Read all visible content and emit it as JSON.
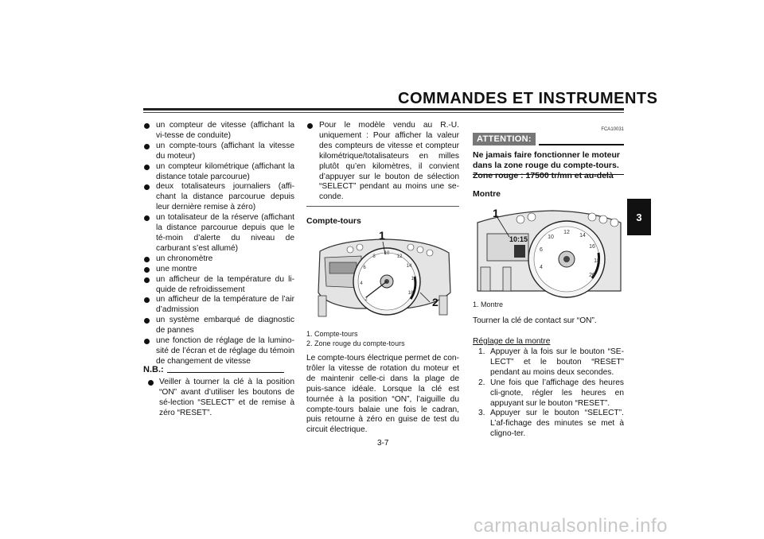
{
  "header": {
    "title": "COMMANDES ET INSTRUMENTS",
    "tab": "3"
  },
  "col1": {
    "bullets": [
      "un compteur de vitesse (affichant la vi-tesse de conduite)",
      "un compte-tours (affichant la vitesse du moteur)",
      "un compteur kilométrique (affichant la distance totale parcourue)",
      "deux totalisateurs journaliers (affi-chant la distance parcourue depuis leur dernière remise à zéro)",
      "un totalisateur de la réserve (affichant la distance parcourue depuis que le té-moin d’alerte du niveau de carburant s’est allumé)",
      "un chronomètre",
      "une montre",
      "un afficheur de la température du li-quide de refroidissement",
      "un afficheur de la température de l’air d’admission",
      "un système embarqué de diagnostic de pannes",
      "une fonction de réglage de la lumino-sité de l’écran et de réglage du témoin de changement de vitesse"
    ],
    "nb_label": "N.B.:",
    "nb_text": "Veiller à tourner la clé à la position “ON” avant d’utiliser les boutons de sé-lection “SELECT” et de remise à zéro “RESET”."
  },
  "col2": {
    "bullet": "Pour le modèle vendu au R.-U. uniquement : Pour afficher la valeur des compteurs de vitesse et compteur kilométrique/totalisateurs en milles plutôt qu’en kilomètres, il convient d’appuyer sur le bouton de sélection “SELECT” pendant au moins une se-conde.",
    "heading": "Compte-tours",
    "figure_callouts": [
      "1",
      "2"
    ],
    "captions": [
      "1. Compte-tours",
      "2. Zone rouge du compte-tours"
    ],
    "para": "Le compte-tours électrique permet de con-trôler la vitesse de rotation du moteur et de maintenir celle-ci dans la plage de puis-sance idéale. Lorsque la clé est tournée à la position “ON”, l’aiguille du compte-tours balaie une fois le cadran, puis retourne à zéro en guise de test du circuit électrique."
  },
  "col3": {
    "attn_code": "FCA10031",
    "attn_label": "ATTENTION:",
    "attn_text": "Ne jamais faire fonctionner le moteur dans la zone rouge du compte-tours. Zone rouge : 17500 tr/mn et au-delà",
    "heading": "Montre",
    "figure_callout": "1",
    "lcd_time": "10:15",
    "caption": "1. Montre",
    "para": "Tourner la clé de contact sur “ON”.",
    "subheading": "Réglage de la montre",
    "steps": [
      "Appuyer à la fois sur le bouton “SE-LECT” et le bouton “RESET” pendant au moins deux secondes.",
      "Une fois que l’affichage des heures cli-gnote, régler les heures en appuyant sur le bouton “RESET”.",
      "Appuyer sur le bouton “SELECT”. L’af-fichage des minutes se met à cligno-ter."
    ],
    "step_numbers": [
      "1.",
      "2.",
      "3."
    ]
  },
  "page_number": "3-7",
  "footer": "carmanualsonline.info"
}
